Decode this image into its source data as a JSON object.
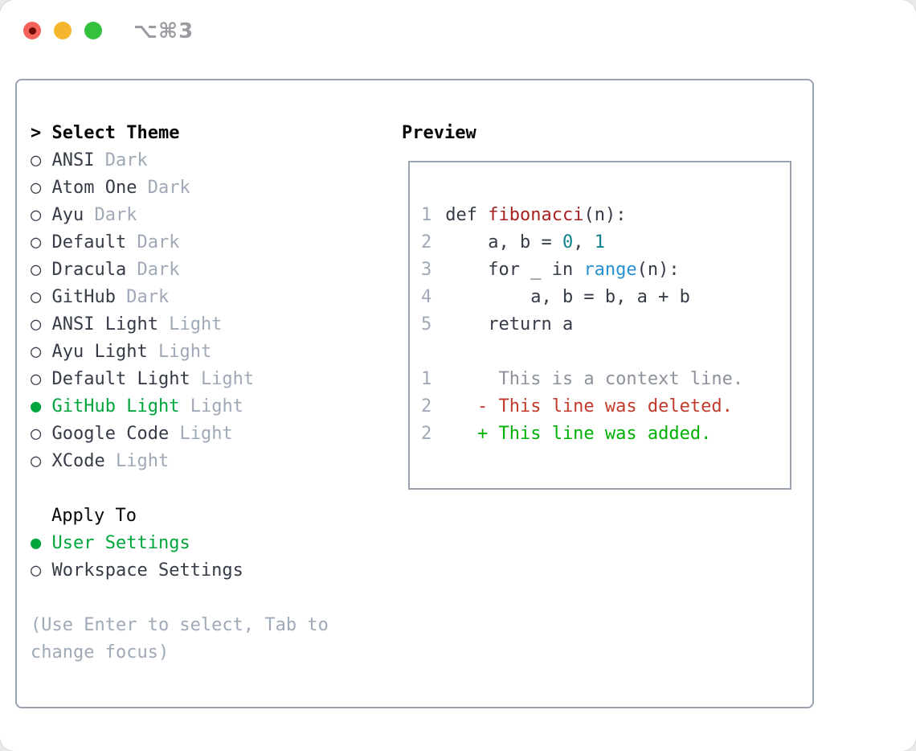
{
  "window": {
    "title": "⌥⌘3"
  },
  "colors": {
    "accent_green": "#00a53c",
    "added_green": "#00b004",
    "deleted_red": "#c23a2b",
    "function_red": "#a62220",
    "number_teal": "#10828a",
    "builtin_blue": "#2691d3",
    "muted_gray": "#9fa9b7",
    "text_dark": "#353b47",
    "border_gray": "#99a3b1",
    "traffic_red": "#f4635b",
    "traffic_yellow": "#f5b62e",
    "traffic_green": "#33c13e"
  },
  "theme_picker": {
    "prompt": ">",
    "header": "Select Theme",
    "marker_unselected": "○",
    "marker_selected": "●",
    "items": [
      {
        "name": "ANSI",
        "variant": "Dark",
        "selected": false
      },
      {
        "name": "Atom One",
        "variant": "Dark",
        "selected": false
      },
      {
        "name": "Ayu",
        "variant": "Dark",
        "selected": false
      },
      {
        "name": "Default",
        "variant": "Dark",
        "selected": false
      },
      {
        "name": "Dracula",
        "variant": "Dark",
        "selected": false
      },
      {
        "name": "GitHub",
        "variant": "Dark",
        "selected": false
      },
      {
        "name": "ANSI Light",
        "variant": "Light",
        "selected": false
      },
      {
        "name": "Ayu Light",
        "variant": "Light",
        "selected": false
      },
      {
        "name": "Default Light",
        "variant": "Light",
        "selected": false
      },
      {
        "name": "GitHub Light",
        "variant": "Light",
        "selected": true
      },
      {
        "name": "Google Code",
        "variant": "Light",
        "selected": false
      },
      {
        "name": "XCode",
        "variant": "Light",
        "selected": false
      }
    ]
  },
  "apply_to": {
    "header": "Apply To",
    "items": [
      {
        "name": "User Settings",
        "selected": true
      },
      {
        "name": "Workspace Settings",
        "selected": false
      }
    ]
  },
  "hint": "(Use Enter to select, Tab to change focus)",
  "preview": {
    "header": "Preview",
    "lines": [
      {
        "kind": "code-line",
        "ln": "1",
        "tokens": [
          [
            " def ",
            "fg"
          ],
          [
            "fibonacci",
            "func"
          ],
          [
            "(n):",
            "fg"
          ]
        ]
      },
      {
        "kind": "code-line",
        "ln": "2",
        "tokens": [
          [
            "     a, b = ",
            "fg"
          ],
          [
            "0",
            "num"
          ],
          [
            ", ",
            "fg"
          ],
          [
            "1",
            "num"
          ]
        ]
      },
      {
        "kind": "code-line",
        "ln": "3",
        "tokens": [
          [
            "     for _ in ",
            "fg"
          ],
          [
            "range",
            "blue"
          ],
          [
            "(n):",
            "fg"
          ]
        ]
      },
      {
        "kind": "code-line",
        "ln": "4",
        "tokens": [
          [
            "         a, b = b, a + b",
            "fg"
          ]
        ]
      },
      {
        "kind": "code-line",
        "ln": "5",
        "tokens": [
          [
            "     return a",
            "fg"
          ]
        ]
      },
      {
        "kind": "blank-line",
        "ln": "",
        "tokens": []
      },
      {
        "kind": "diff-context-line",
        "ln": "1",
        "tokens": [
          [
            "      This is a context line.",
            "ctx"
          ]
        ]
      },
      {
        "kind": "diff-deleted-line",
        "ln": "2",
        "tokens": [
          [
            "    - This line was deleted.",
            "del"
          ]
        ]
      },
      {
        "kind": "diff-added-line",
        "ln": "2",
        "tokens": [
          [
            "    + This line was added.",
            "add"
          ]
        ]
      }
    ]
  }
}
